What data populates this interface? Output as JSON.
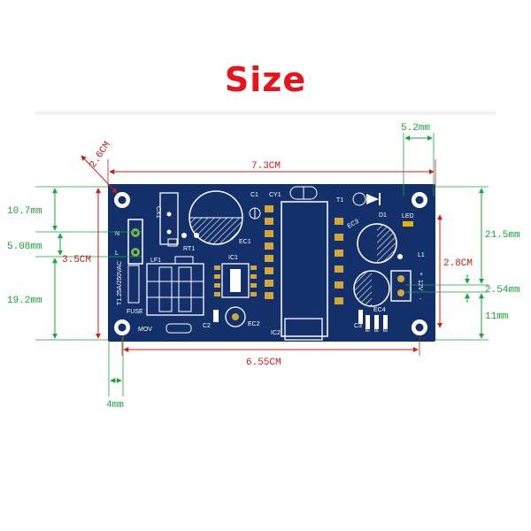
{
  "title": "Size",
  "colors": {
    "title": "#e8141b",
    "board": "#13306a",
    "dimension_green": "#19a83a",
    "dimension_red": "#d21a1a",
    "silkscreen": "#ffffff"
  },
  "dimensions": {
    "width_top": "7.3CM",
    "width_bottom": "6.55CM",
    "corner_hole": "2.6CM",
    "right_hole_offset": "5.2mm",
    "left_top": "10.7mm",
    "left_pitch": "5.08mm",
    "left_height": "3.5CM",
    "left_bottom": "19.2mm",
    "bottom_hole_offset": "4mm",
    "right_top": "21.5mm",
    "right_height": "2.8CM",
    "right_pitch": "2.54mm",
    "right_bottom": "11mm"
  },
  "silkscreen": {
    "cx1": "CX1",
    "c1": "C1",
    "cy1": "CY1",
    "t1": "T1",
    "d1": "D1",
    "led": "LED",
    "n": "N",
    "l": "L",
    "rt1": "RT1",
    "ec1": "EC1",
    "lf1": "LF1",
    "ic1": "IC1",
    "ec3": "EC3",
    "l1": "L1",
    "fuse_rating": "T1.25A/250VAC",
    "fuse": "FUSE",
    "c2": "C2",
    "ec2": "EC2",
    "ic2": "IC2",
    "mov": "MOV",
    "c3": "C3",
    "ec4": "EC4",
    "r2": "R2",
    "r3": "R3",
    "r4": "R4",
    "out": "12V",
    "plus": "+",
    "minus": "-"
  }
}
